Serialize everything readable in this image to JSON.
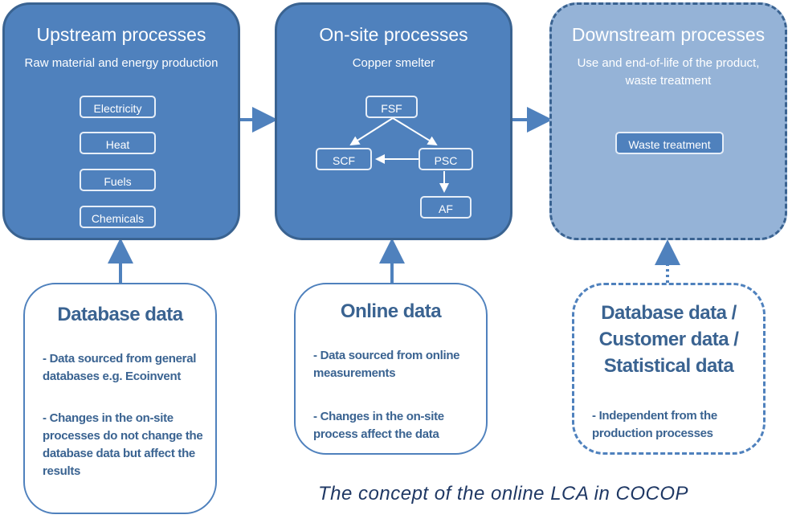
{
  "upstream": {
    "title": "Upstream processes",
    "subtitle": "Raw material and energy production",
    "items": [
      "Electricity",
      "Heat",
      "Fuels",
      "Chemicals"
    ]
  },
  "onsite": {
    "title": "On-site processes",
    "subtitle": "Copper smelter",
    "nodes": {
      "fsf": "FSF",
      "scf": "SCF",
      "psc": "PSC",
      "af": "AF"
    }
  },
  "downstream": {
    "title": "Downstream processes",
    "subtitle": "Use and end-of-life of the product, waste treatment",
    "items": [
      "Waste treatment"
    ]
  },
  "database_data": {
    "title": "Database data",
    "points": [
      "- Data sourced from general databases e.g. Ecoinvent",
      "- Changes in the on-site processes do not change the database data but affect the results"
    ]
  },
  "online_data": {
    "title": "Online data",
    "points": [
      "- Data sourced from online measurements",
      "- Changes in the on-site process affect the data"
    ]
  },
  "other_data": {
    "title": "Database data / Customer data / Statistical data",
    "points": [
      "- Independent from the production processes"
    ]
  },
  "caption": "The concept of the online LCA in COCOP",
  "colors": {
    "process_fill": "#4f81bd",
    "downstream_fill": "#95b3d7",
    "border": "#3a6391",
    "text_dark": "#3a6391"
  }
}
